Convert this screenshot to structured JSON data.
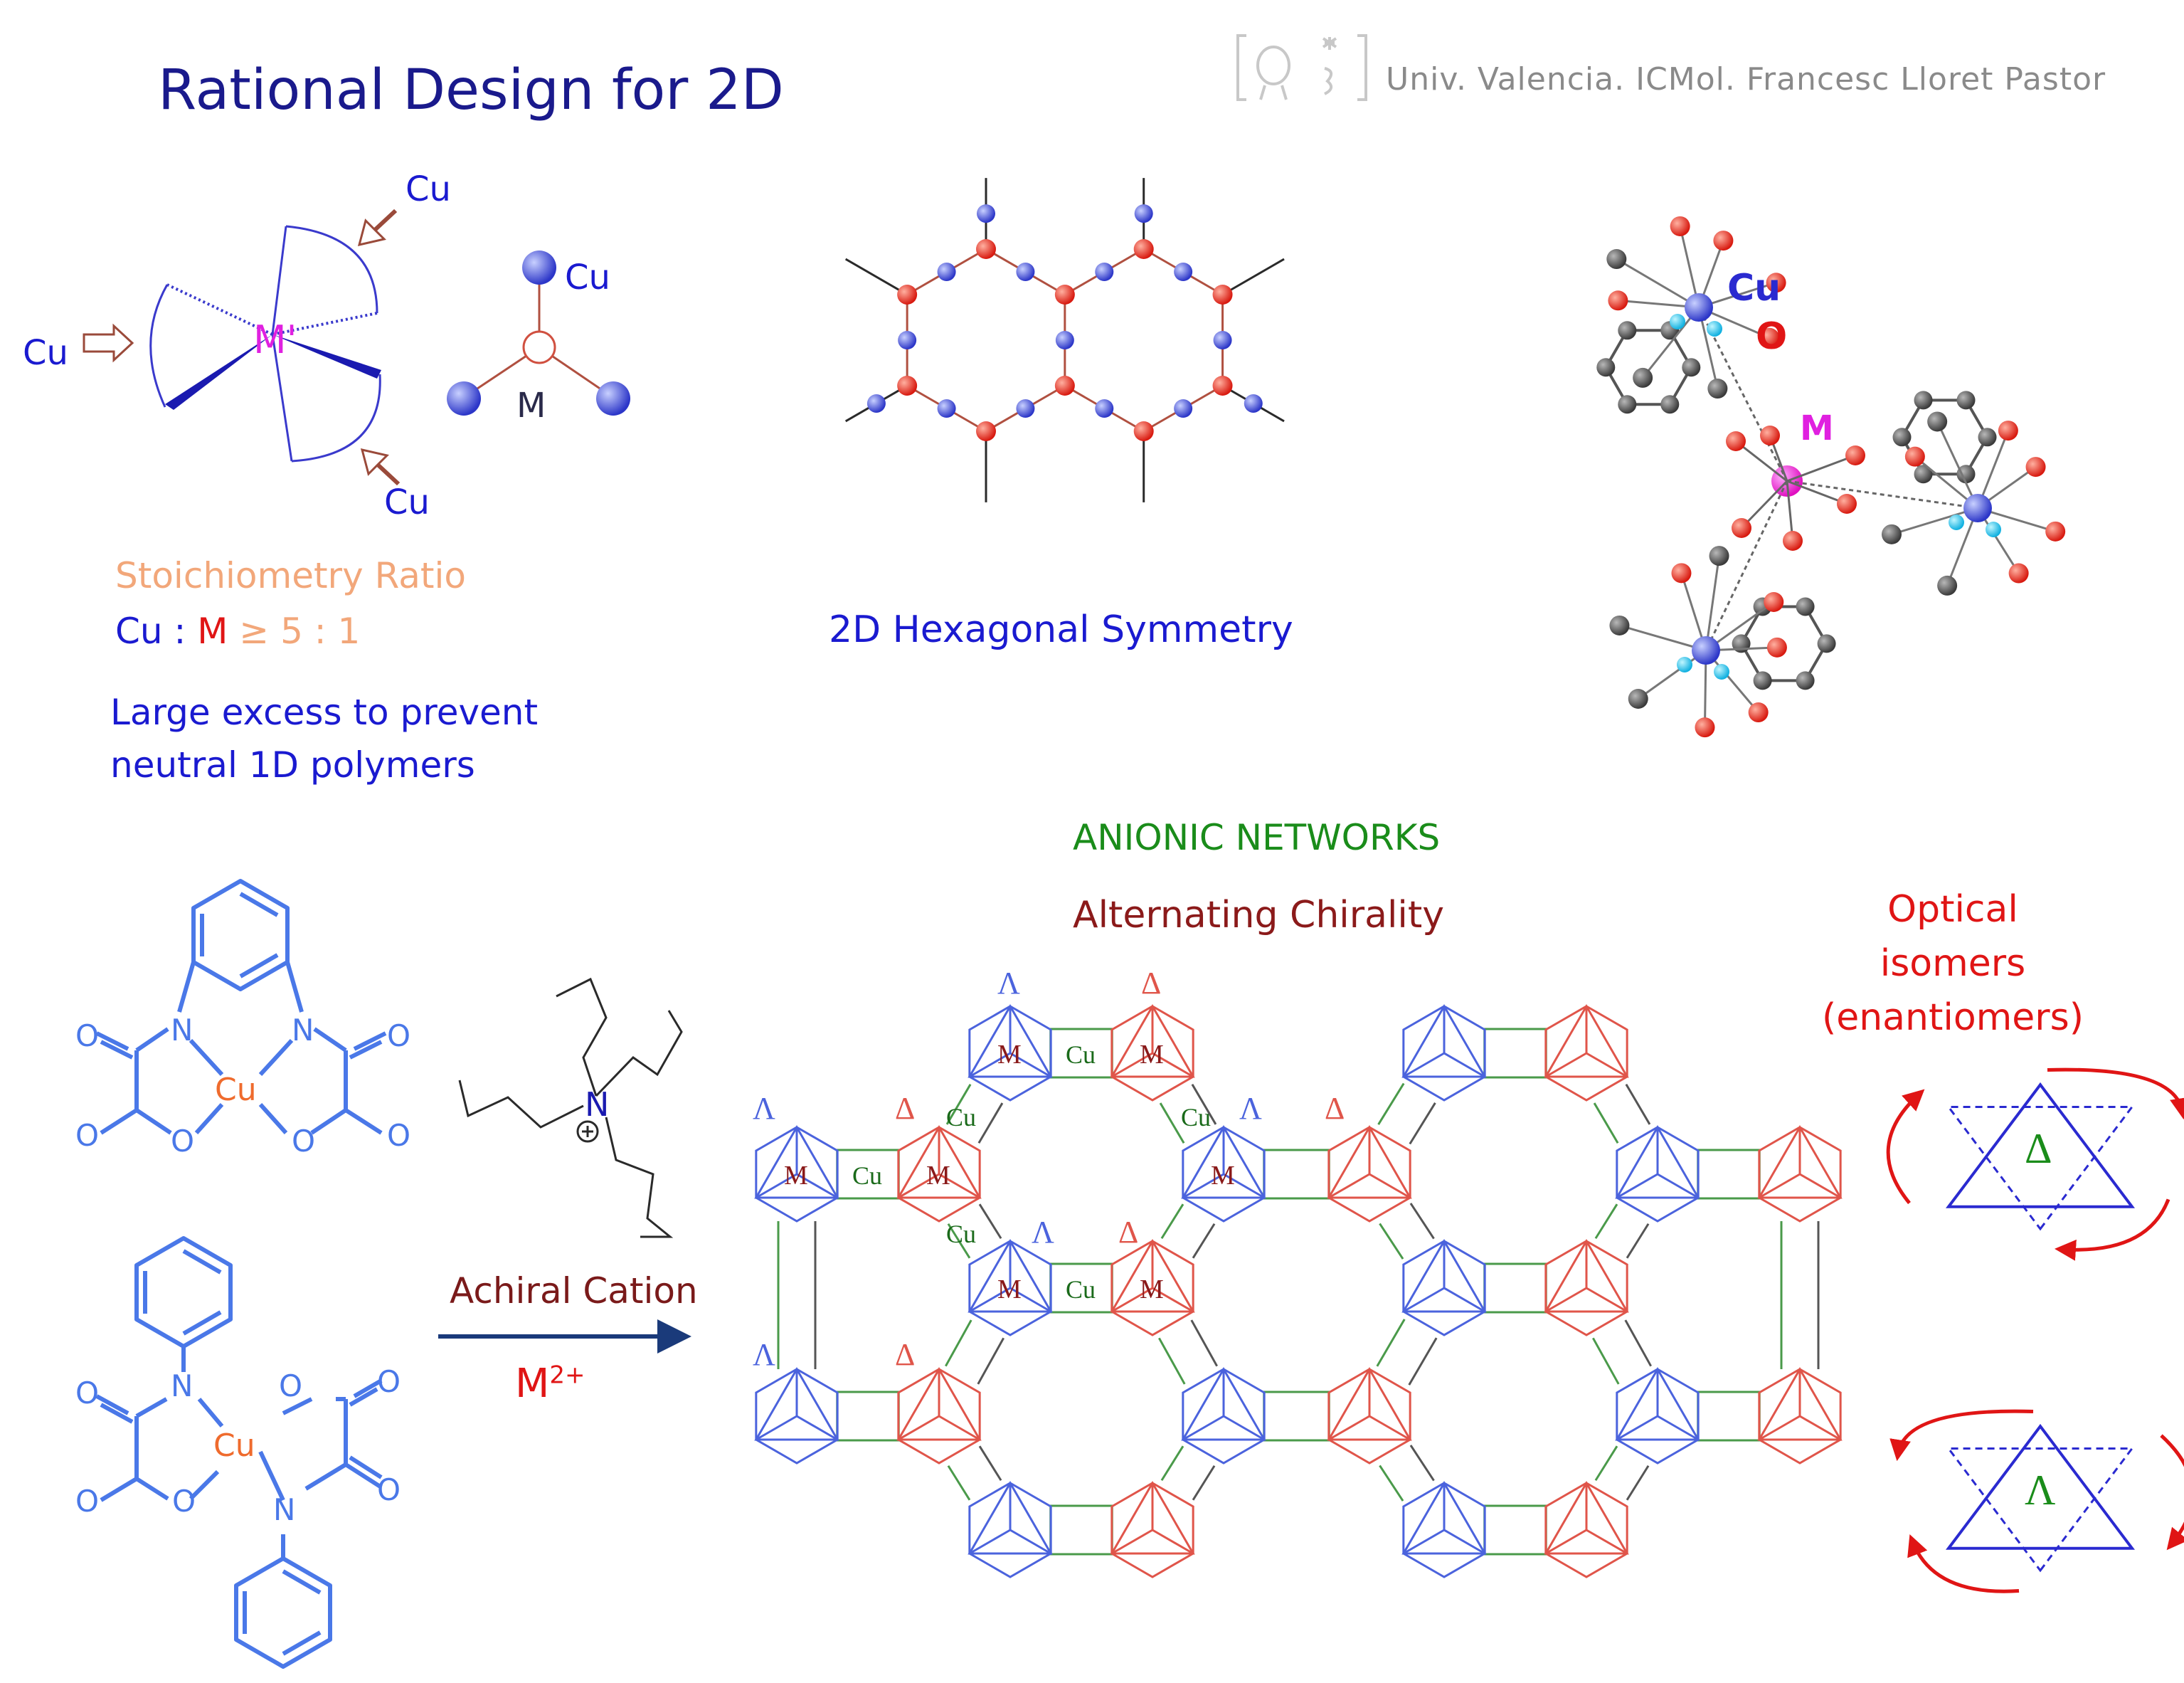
{
  "title": "Rational Design for 2D",
  "credit": "Univ. Valencia. ICMol. Francesc Lloret Pastor",
  "stoichiometry": {
    "heading": "Stoichiometry Ratio",
    "cu": "Cu",
    "sep": " : ",
    "m": "M",
    "rest": " ≥ 5 : 1"
  },
  "excess_note": "Large excess to prevent neutral 1D polymers",
  "hex_symmetry": "2D Hexagonal Symmetry",
  "anionic": "ANIONIC NETWORKS",
  "alt_chirality": "Alternating Chirality",
  "optical": "Optical isomers (enantiomers)",
  "achiral_cation": "Achiral Cation",
  "metal_ion": {
    "base": "M",
    "charge": "2+"
  },
  "labels": {
    "cu": "Cu",
    "m": "M",
    "m_prime": "M'",
    "o": "O",
    "n": "N",
    "plus": "+",
    "delta": "Δ",
    "lambda": "Λ"
  },
  "colors": {
    "title": "#1a1a8c",
    "blue": "#1a1ad0",
    "red": "#e01515",
    "green": "#1a8c1a",
    "maroon": "#8b1a1a",
    "peach": "#f2a77a",
    "ligand_blue": "#4a78e8",
    "ligand_cu": "#ef6b2d",
    "net_blue": "#4b63dd",
    "net_red": "#e0554a",
    "magenta": "#e020e0"
  }
}
